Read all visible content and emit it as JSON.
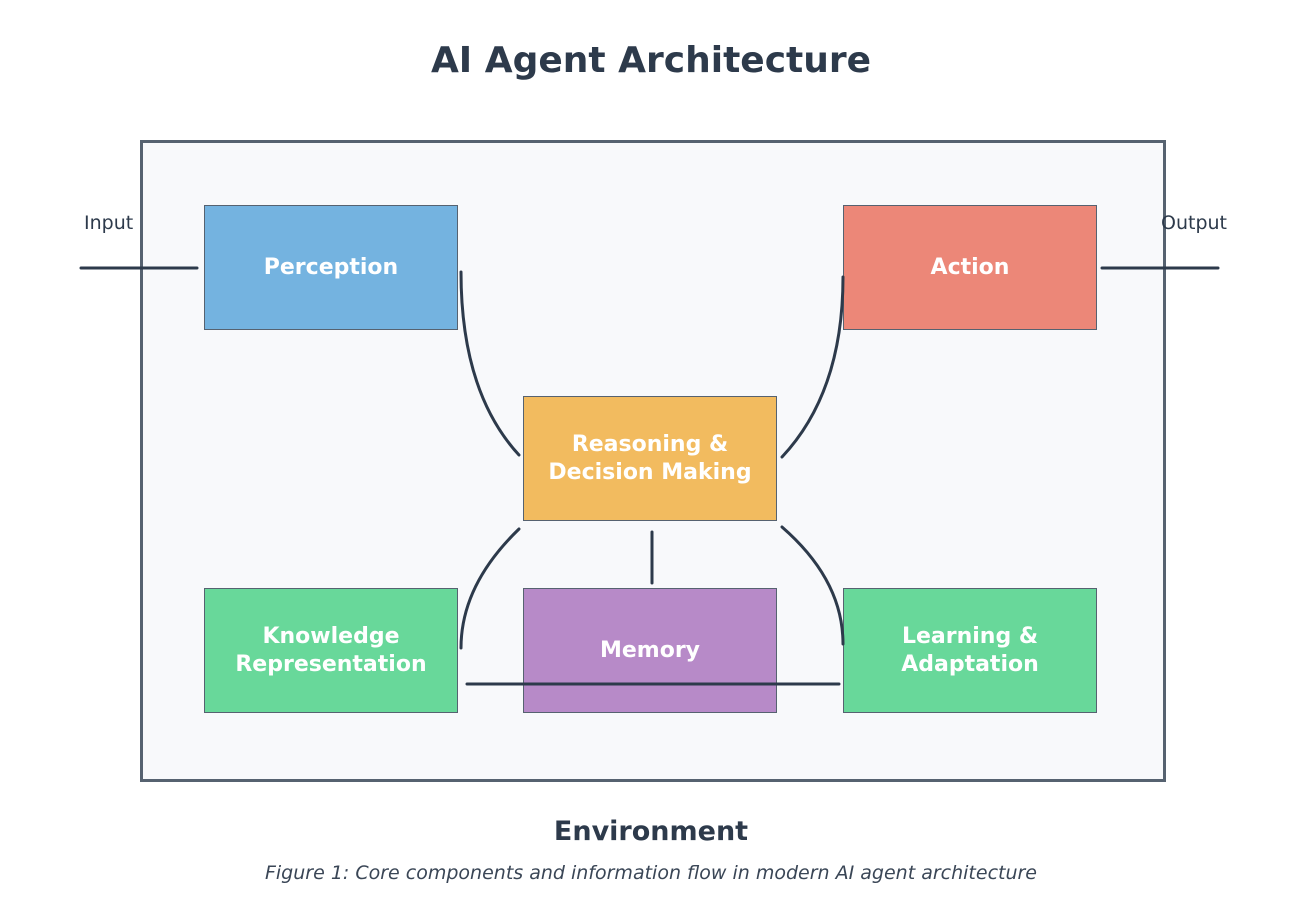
{
  "title": "AI Agent Architecture",
  "environment_label": "Environment",
  "caption": "Figure 1: Core components and information flow in modern AI agent architecture",
  "io": {
    "input": "Input",
    "output": "Output"
  },
  "nodes": {
    "perception": "Perception",
    "action": "Action",
    "reasoning": "Reasoning &\nDecision Making",
    "knowledge": "Knowledge\nRepresentation",
    "memory": "Memory",
    "learning": "Learning &\nAdaptation"
  },
  "colors": {
    "perception": "#74b3e0",
    "action": "#ec8778",
    "reasoning": "#f2bb5f",
    "knowledge": "#68d89a",
    "memory": "#b78ac8",
    "learning": "#68d89a",
    "connector": "#2d3a4b",
    "frame": "#566270"
  }
}
